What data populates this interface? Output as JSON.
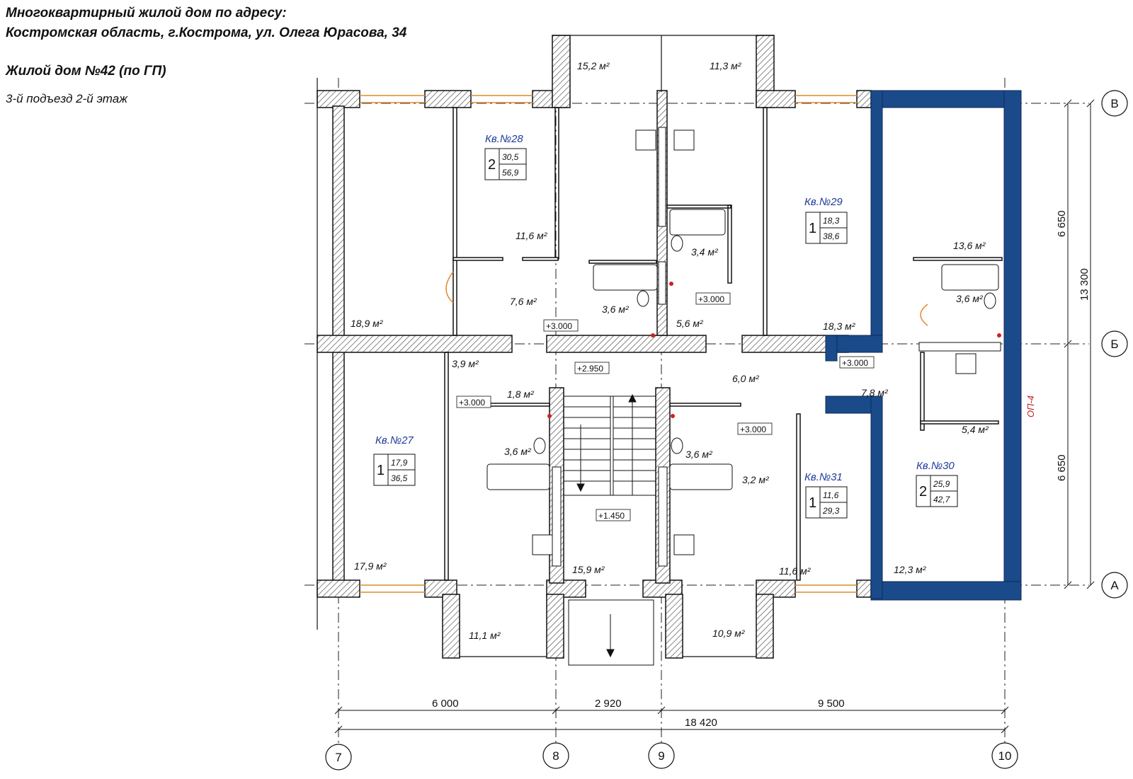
{
  "header": {
    "line1": "Многоквартирный жилой дом по адресу:",
    "line2": "Костромская область, г.Кострома, ул. Олега Юрасова, 34",
    "line3": "Жилой дом №42 (по ГП)",
    "line4": "3-й подъезд 2-й этаж"
  },
  "axes": {
    "h_top": "В",
    "h_mid": "Б",
    "h_bot": "А",
    "v1": "7",
    "v2": "8",
    "v3": "9",
    "v4": "10"
  },
  "dims": {
    "d1": "6 000",
    "d2": "2 920",
    "d3": "9 500",
    "total": "18 420",
    "r_top": "6 650",
    "r_total": "13 300",
    "r_bot": "6 650"
  },
  "apartments": {
    "a27": {
      "title": "Кв.№27",
      "rooms": "1",
      "living": "17,9",
      "total": "36,5"
    },
    "a28": {
      "title": "Кв.№28",
      "rooms": "2",
      "living": "30,5",
      "total": "56,9"
    },
    "a29": {
      "title": "Кв.№29",
      "rooms": "1",
      "living": "18,3",
      "total": "38,6"
    },
    "a30": {
      "title": "Кв.№30",
      "rooms": "2",
      "living": "25,9",
      "total": "42,7"
    },
    "a31": {
      "title": "Кв.№31",
      "rooms": "1",
      "living": "11,6",
      "total": "29,3"
    }
  },
  "areas": {
    "r01": "15,2 м²",
    "r02": "11,3 м²",
    "r03": "11,6 м²",
    "r04": "3,4 м²",
    "r05": "13,6 м²",
    "r06": "7,6 м²",
    "r07": "3,6 м²",
    "r08": "3,6 м²",
    "r09": "18,9 м²",
    "r10": "5,6 м²",
    "r11": "18,3 м²",
    "r12": "3,9 м²",
    "r13": "6,0 м²",
    "r14": "1,8 м²",
    "r15": "7,8 м²",
    "r16": "5,4 м²",
    "r17": "3,6 м²",
    "r18": "3,6 м²",
    "r19": "3,2 м²",
    "r20": "17,9 м²",
    "r21": "15,9 м²",
    "r22": "11,6 м²",
    "r23": "12,3 м²",
    "r24": "11,1 м²",
    "r25": "10,9 м²"
  },
  "elevations": {
    "e1": "+3.000",
    "e2": "+3.000",
    "e3": "+2.950",
    "e4": "+3.000",
    "e5": "+3.000",
    "e6": "+3.000",
    "e7": "+1.450"
  },
  "wall_tag": "ОП-4",
  "colors": {
    "highlight_wall": "#1a4a8a",
    "hatch": "#555555",
    "window": "#e08a2c",
    "apt_title": "#1f3b9a",
    "marker_red": "#d02020"
  }
}
